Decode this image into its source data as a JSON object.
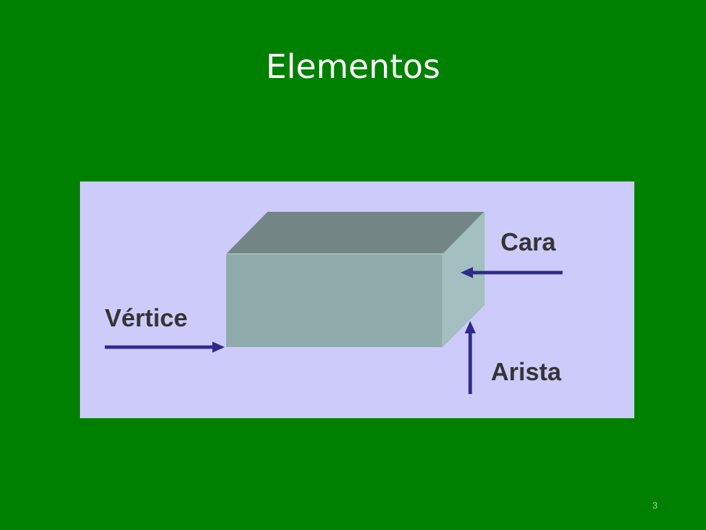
{
  "slide": {
    "title": "Elementos",
    "page_number": "3"
  },
  "diagram": {
    "labels": {
      "cara": "Cara",
      "vertice": "Vértice",
      "arista": "Arista"
    }
  },
  "colors": {
    "slide_background": "#008000",
    "title_text": "#ffffff",
    "figure_background": "#cccbfa",
    "box_front": "#8fabab",
    "box_top": "#738585",
    "box_side": "#a3bfbf",
    "box_edge": "#a7bcbc",
    "arrow": "#2e2a8c",
    "label_text": "#343434",
    "page_number": "#9bd39b"
  }
}
